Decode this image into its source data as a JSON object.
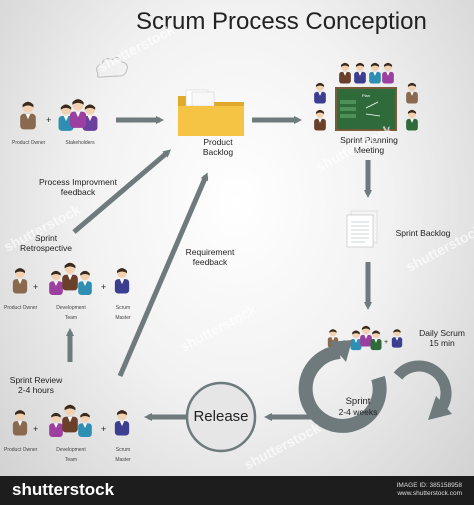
{
  "title": "Scrum Process Conception",
  "labels": {
    "product_owner": "Product Owner",
    "stakeholders": "Stakeholders",
    "product_backlog": "Product Backlog",
    "sprint_planning": "Sprint Planning Meeting",
    "sprint_backlog": "Sprint Backlog",
    "process_improvement": "Process Improvment feedback",
    "sprint_retrospective": "Sprint Retrospective",
    "requirement_feedback": "Requirement feedback",
    "daily_scrum": "Daily Scrum",
    "daily_scrum_time": "15 min",
    "sprint": "Sprint",
    "sprint_duration": "2-4 weeks",
    "release": "Release",
    "sprint_review": "Sprint Review",
    "sprint_review_time": "2-4 hours",
    "development_team": "Development Team",
    "scrum_master": "Scrum Master"
  },
  "watermark": "shutterstock",
  "footer": {
    "brand": "shutterstock",
    "image_id": "IMAGE ID: 385158958",
    "site": "www.shutterstock.com"
  },
  "colors": {
    "arrow": "#6e7a7c",
    "cycle": "#6e7a7c",
    "folder": "#f5c445",
    "board": "#2f6b3a",
    "shirt_owner": "#8a6a4f",
    "shirt_team_a": "#9b3fa0",
    "shirt_team_b": "#2f8fb3",
    "shirt_master": "#3c3f8f"
  },
  "icons": [
    "person-icon",
    "folder-icon",
    "document-icon",
    "chalkboard-icon",
    "cycle-arrows-icon",
    "cloud-icon"
  ]
}
